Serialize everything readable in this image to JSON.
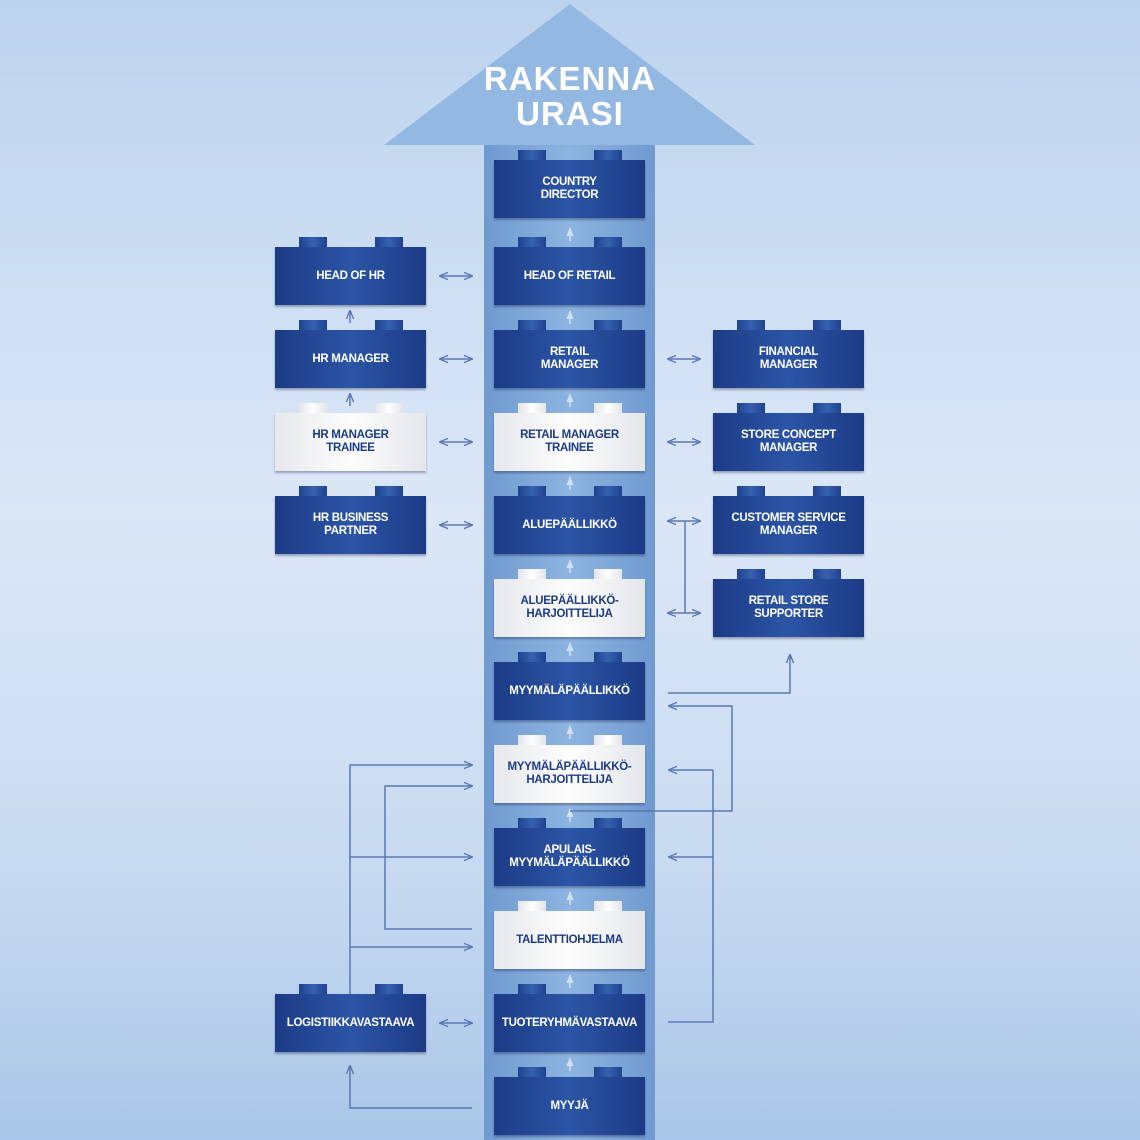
{
  "title": {
    "line1": "RAKENNA",
    "line2": "URASI"
  },
  "colors": {
    "dark_brick": "#1c3b86",
    "light_brick": "#f5f6f8",
    "column": "#7fa9d9",
    "line": "#5b78b4"
  },
  "center": [
    {
      "label": "COUNTRY\nDIRECTOR",
      "style": "dark"
    },
    {
      "label": "HEAD OF RETAIL",
      "style": "dark"
    },
    {
      "label": "RETAIL\nMANAGER",
      "style": "dark"
    },
    {
      "label": "RETAIL MANAGER\nTRAINEE",
      "style": "light"
    },
    {
      "label": "ALUEPÄÄLLIKKÖ",
      "style": "dark"
    },
    {
      "label": "ALUEPÄÄLLIKKÖ-\nHARJOITTELIJA",
      "style": "light"
    },
    {
      "label": "MYYMÄLÄPÄÄLLIKKÖ",
      "style": "dark"
    },
    {
      "label": "MYYMÄLÄPÄÄLLIKKÖ-\nHARJOITTELIJA",
      "style": "light"
    },
    {
      "label": "APULAIS-\nMYYMÄLÄPÄÄLLIKKÖ",
      "style": "dark"
    },
    {
      "label": "TALENTTIOHJELMA",
      "style": "light"
    },
    {
      "label": "TUOTERYHMÄVASTAAVA",
      "style": "dark"
    },
    {
      "label": "MYYJÄ",
      "style": "dark"
    }
  ],
  "left": [
    {
      "label": "HEAD OF HR",
      "style": "dark"
    },
    {
      "label": "HR MANAGER",
      "style": "dark"
    },
    {
      "label": "HR MANAGER\nTRAINEE",
      "style": "light"
    },
    {
      "label": "HR BUSINESS\nPARTNER",
      "style": "dark"
    },
    {
      "label": "LOGISTIIKKAVASTAAVA",
      "style": "dark"
    }
  ],
  "right": [
    {
      "label": "FINANCIAL\nMANAGER",
      "style": "dark"
    },
    {
      "label": "STORE CONCEPT\nMANAGER",
      "style": "dark"
    },
    {
      "label": "CUSTOMER SERVICE\nMANAGER",
      "style": "dark"
    },
    {
      "label": "RETAIL STORE\nSUPPORTER",
      "style": "dark"
    }
  ]
}
